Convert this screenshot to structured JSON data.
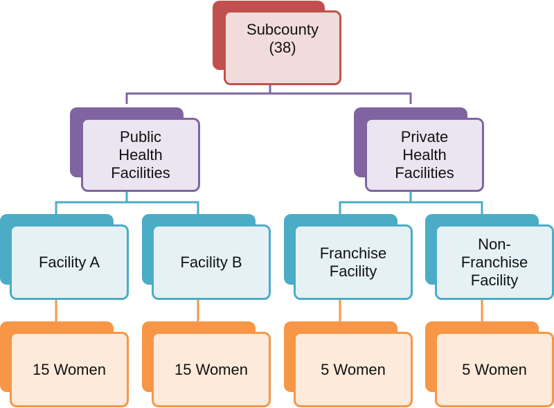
{
  "root": {
    "label": "Subcounty\n(38)"
  },
  "level1": [
    {
      "label": "Public\nHealth\nFacilities"
    },
    {
      "label": "Private\nHealth\nFacilities"
    }
  ],
  "level2": [
    {
      "label": "Facility A"
    },
    {
      "label": "Facility B"
    },
    {
      "label": "Franchise\nFacility"
    },
    {
      "label": "Non-\nFranchise\nFacility"
    }
  ],
  "level3": [
    {
      "label": "15 Women"
    },
    {
      "label": "15 Women"
    },
    {
      "label": "5 Women"
    },
    {
      "label": "5 Women"
    }
  ],
  "colors": {
    "root": "#c0504d",
    "level1": "#8064a2",
    "level2": "#4bacc6",
    "level3": "#f79646"
  }
}
